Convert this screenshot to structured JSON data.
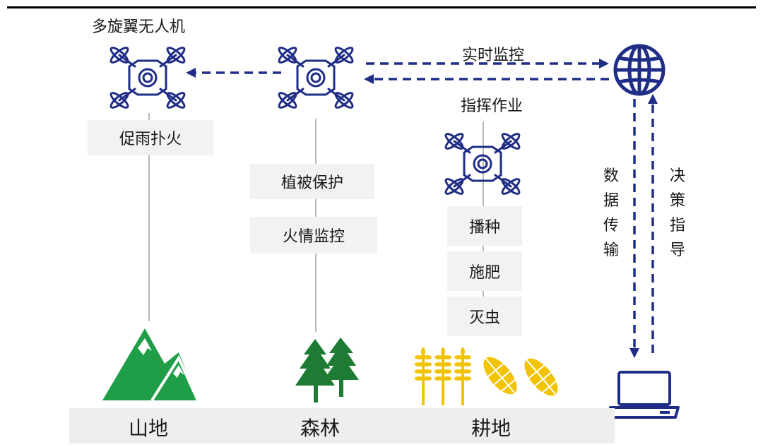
{
  "header": {
    "title": "多旋翼无人机"
  },
  "labels": {
    "mountain_task": "促雨扑火",
    "forest_task_1": "植被保护",
    "forest_task_2": "火情监控",
    "farm_task_1": "播种",
    "farm_task_2": "施肥",
    "farm_task_3": "灭虫"
  },
  "links": {
    "realtime": "实时监控",
    "command": "指挥作业",
    "data_transfer": "数据传输",
    "decision": "决策指导"
  },
  "terrain": {
    "mountain": "山地",
    "forest": "森林",
    "farmland": "耕地"
  },
  "icons": {
    "drone": "drone-icon",
    "globe": "globe-icon",
    "laptop": "laptop-icon",
    "mountain": "mountain-icon",
    "trees": "trees-icon",
    "crops": "crops-icon"
  },
  "colors": {
    "navy": "#1f2d86",
    "green": "#1f9e47",
    "dark_green": "#1e7b34",
    "gold": "#f2c300",
    "line": "#b8b8b8",
    "label_bg": "#f2f2f2"
  }
}
